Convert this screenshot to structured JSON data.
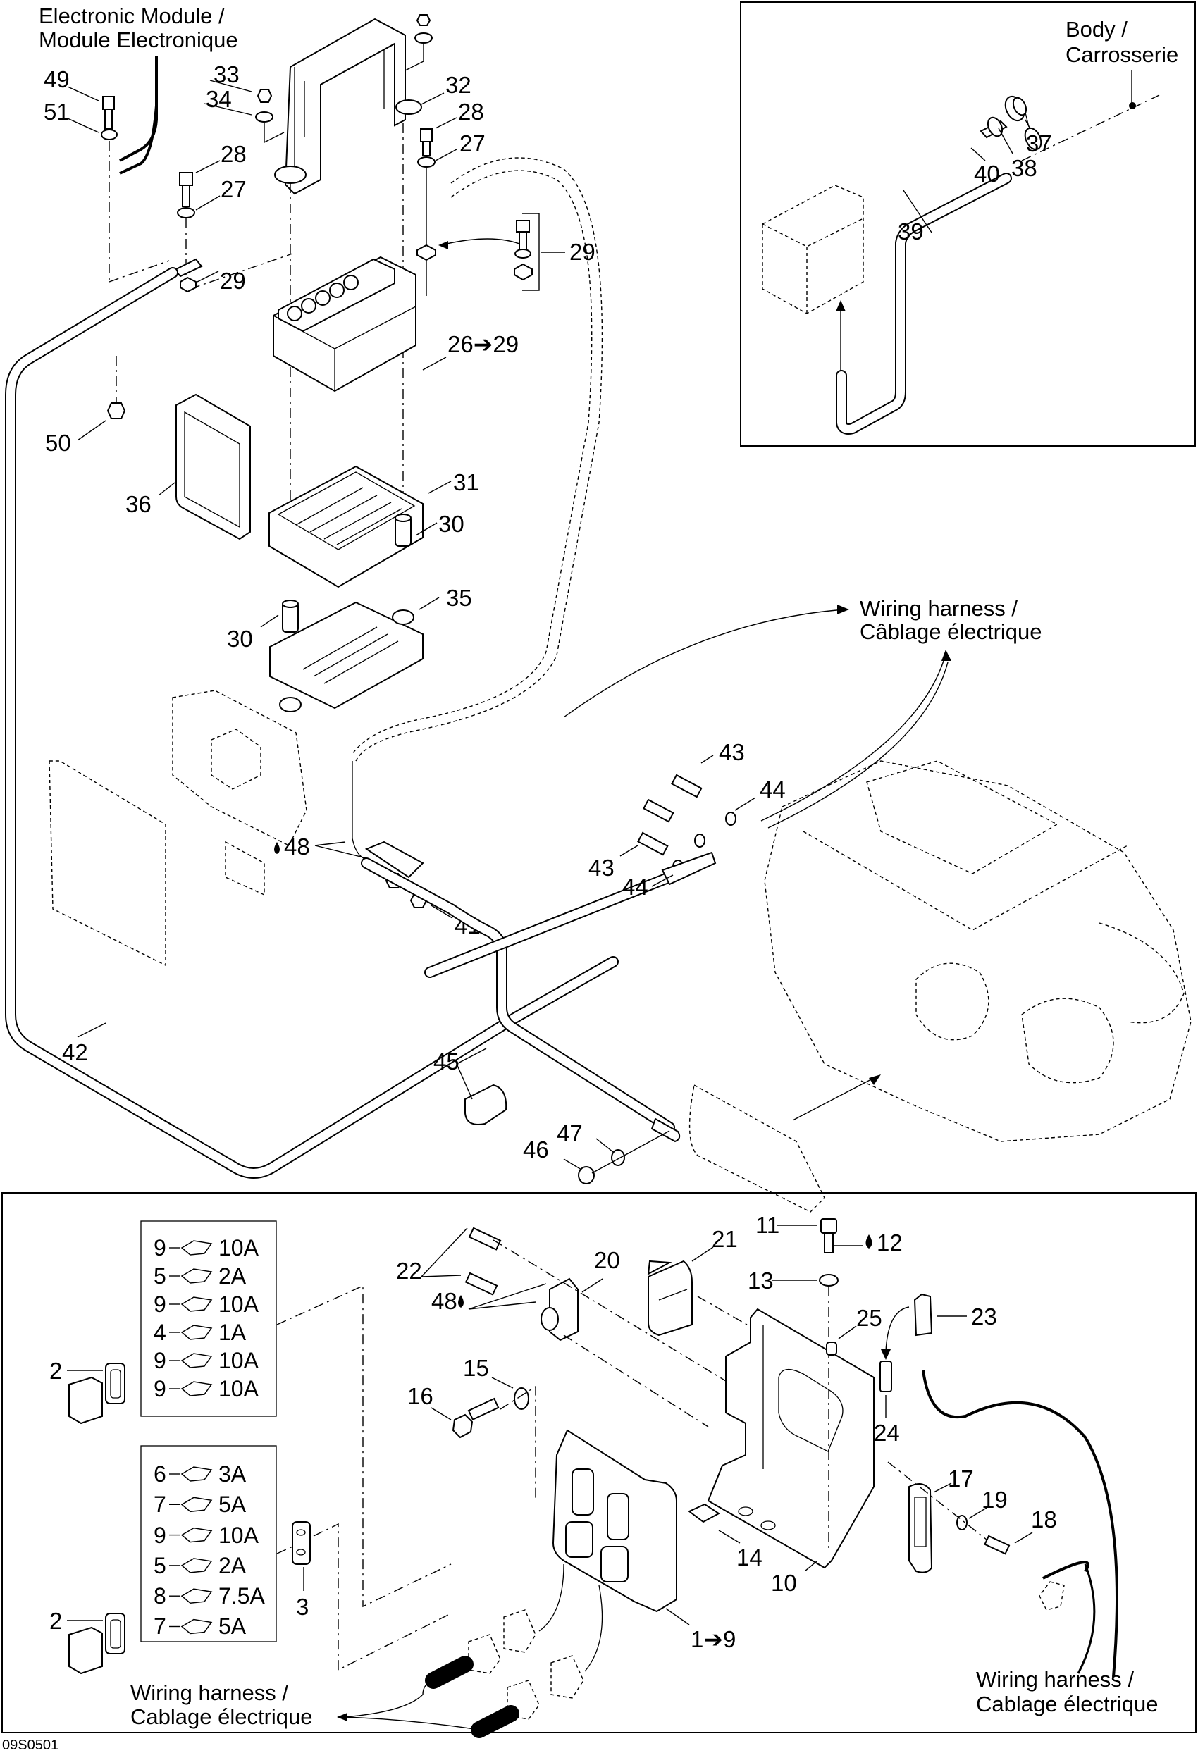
{
  "diagram": {
    "drawing_code": "09S0501",
    "notes": {
      "electronic_module": [
        "Electronic Module /",
        "Module Electronique"
      ],
      "body": [
        "Body /",
        "Carrosserie"
      ],
      "wiring_harness_top": [
        "Wiring harness /",
        "Câblage électrique"
      ],
      "wiring_harness_bottom_left": [
        "Wiring harness /",
        "Cablage électrique"
      ],
      "wiring_harness_bottom_right": [
        "Wiring harness /",
        "Cablage électrique"
      ]
    },
    "callouts": {
      "c49": "49",
      "c51": "51",
      "c33": "33",
      "c34": "34",
      "c32": "32",
      "c28a": "28",
      "c27a": "27",
      "c28b": "28",
      "c27b": "27",
      "c29a": "29",
      "c29b": "29",
      "c26_29": "26➔29",
      "c50": "50",
      "c36": "36",
      "c31": "31",
      "c30a": "30",
      "c30b": "30",
      "c35": "35",
      "c37": "37",
      "c38": "38",
      "c39": "39",
      "c40": "40",
      "c43a": "43",
      "c43b": "43",
      "c44a": "44",
      "c44b": "44",
      "c48a": "48",
      "c41": "41",
      "c42": "42",
      "c45": "45",
      "c46": "46",
      "c47": "47",
      "c22": "22",
      "c20": "20",
      "c21": "21",
      "c48b": "48",
      "c11": "11",
      "c12": "12",
      "c13": "13",
      "c25": "25",
      "c23": "23",
      "c24": "24",
      "c15": "15",
      "c16": "16",
      "c17": "17",
      "c19": "19",
      "c18": "18",
      "c14": "14",
      "c10": "10",
      "c1_9": "1➔9",
      "c2a": "2",
      "c2b": "2",
      "c3": "3"
    },
    "fuse_box_1": [
      {
        "ref": "9",
        "rating": "10A"
      },
      {
        "ref": "5",
        "rating": "2A"
      },
      {
        "ref": "9",
        "rating": "10A"
      },
      {
        "ref": "4",
        "rating": "1A"
      },
      {
        "ref": "9",
        "rating": "10A"
      },
      {
        "ref": "9",
        "rating": "10A"
      }
    ],
    "fuse_box_2": [
      {
        "ref": "6",
        "rating": "3A"
      },
      {
        "ref": "7",
        "rating": "5A"
      },
      {
        "ref": "9",
        "rating": "10A"
      },
      {
        "ref": "5",
        "rating": "2A"
      },
      {
        "ref": "8",
        "rating": "7.5A"
      },
      {
        "ref": "7",
        "rating": "5A"
      }
    ]
  }
}
